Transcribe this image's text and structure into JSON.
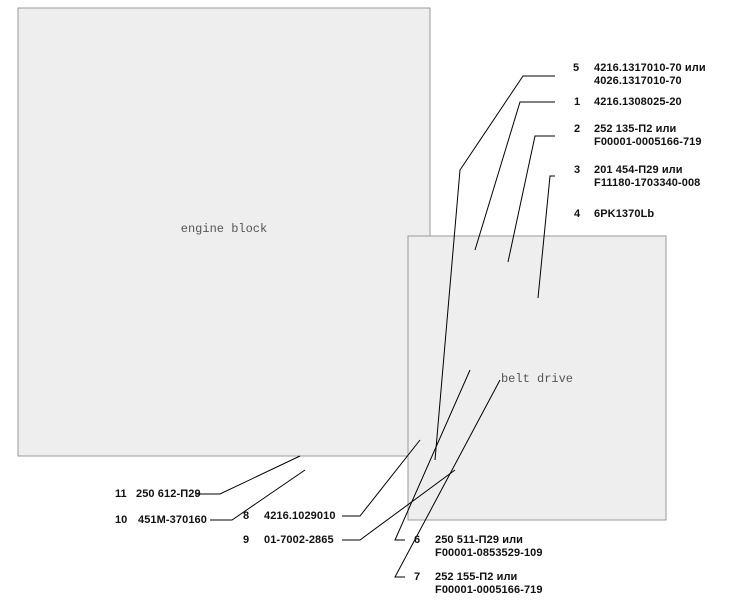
{
  "callouts": [
    {
      "num": "5",
      "lines": [
        "4216.1317010-70 или",
        "4026.1317010-70"
      ]
    },
    {
      "num": "1",
      "lines": [
        "4216.1308025-20"
      ]
    },
    {
      "num": "2",
      "lines": [
        "252 135-П2 или",
        "F00001-0005166-719"
      ]
    },
    {
      "num": "3",
      "lines": [
        "201 454-П29 или",
        "F11180-1703340-008"
      ]
    },
    {
      "num": "4",
      "lines": [
        "6PK1370Lb"
      ]
    },
    {
      "num": "11",
      "lines": [
        "250 612-П29"
      ]
    },
    {
      "num": "10",
      "lines": [
        "451M-370160"
      ]
    },
    {
      "num": "8",
      "lines": [
        "4216.1029010"
      ]
    },
    {
      "num": "9",
      "lines": [
        "01-7002-2865"
      ]
    },
    {
      "num": "6",
      "lines": [
        "250 511-П29 или",
        "F00001-0853529-109"
      ]
    },
    {
      "num": "7",
      "lines": [
        "252 155-П2 или",
        "F00001-0005166-719"
      ]
    }
  ]
}
